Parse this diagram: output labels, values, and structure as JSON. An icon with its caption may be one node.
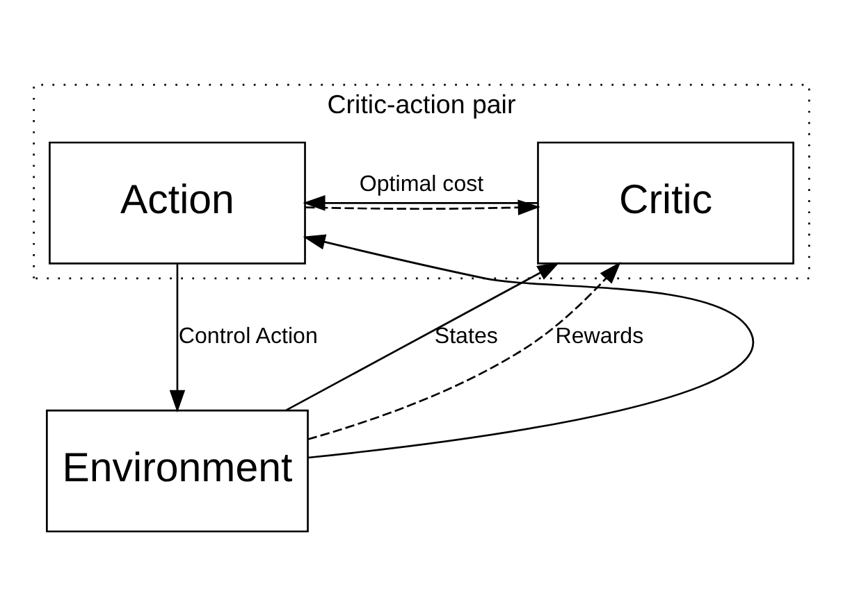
{
  "diagram": {
    "nodes": [
      {
        "text": [
          "Critic-action pair"
        ]
      },
      {
        "text": [
          "Critic"
        ],
        "in": 0
      },
      {
        "text": [
          "Action"
        ],
        "in": 0
      },
      {
        "text": [
          "Environment"
        ]
      }
    ],
    "edges": [
      {
        "from": 3,
        "to": 1,
        "arrow": "to",
        "label": "States"
      },
      {
        "from": 3,
        "to": 2,
        "arrow": "to"
      },
      {
        "from": 1,
        "to": 2,
        "arrow": "to",
        "label": "Optimal cost"
      },
      {
        "from": 2,
        "to": 3,
        "arrow": "to",
        "label": "Control Action"
      },
      {
        "from": 2,
        "to": 1,
        "arrow": "to",
        "style": "dashed"
      },
      {
        "from": 3,
        "to": 1,
        "arrow": "to",
        "style": "dashed",
        "label": "Rewards"
      }
    ]
  }
}
